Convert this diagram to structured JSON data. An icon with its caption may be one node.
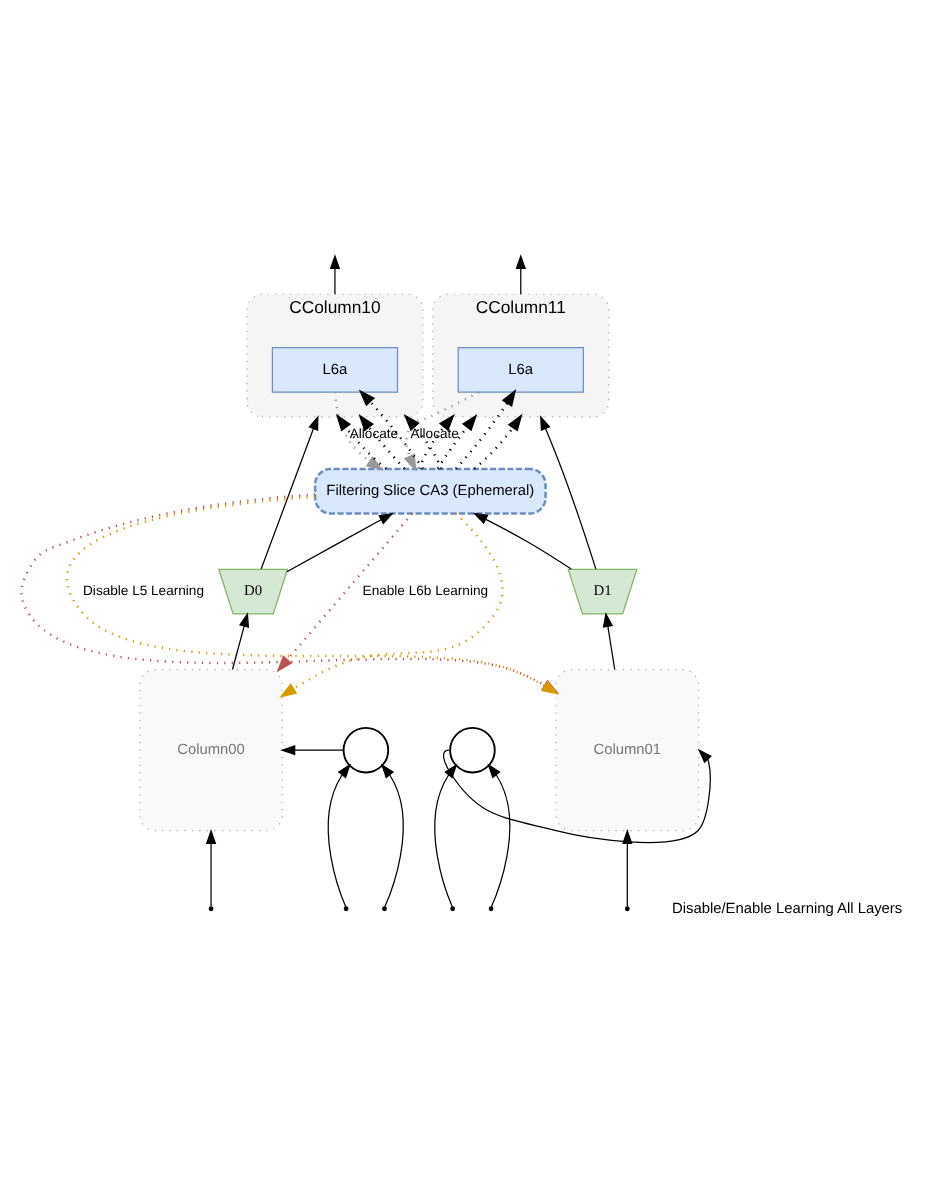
{
  "diagram": {
    "nodes": [
      {
        "text": [
          "CColumn10"
        ]
      },
      {
        "text": [
          "L6a"
        ],
        "in": 0
      },
      {
        "text": [
          "CColumn11"
        ]
      },
      {
        "text": [
          "L6a"
        ],
        "in": 2
      },
      {
        "text": [
          "Filtering Slice CA3 (Ephemeral)"
        ]
      },
      {
        "text": [
          "D0"
        ]
      },
      {
        "text": [
          "D1"
        ]
      },
      {
        "text": [
          "Column00"
        ]
      },
      {
        "text": [
          "Column01"
        ]
      },
      {
        "text": [],
        "shape": "circle"
      },
      {
        "text": [],
        "shape": "circle"
      }
    ],
    "edges": [
      {
        "from": 0,
        "to": null,
        "arrow": "to"
      },
      {
        "from": 2,
        "to": null,
        "arrow": "to"
      },
      {
        "from": 4,
        "to": 0,
        "arrow": "to",
        "style": "dashed"
      },
      {
        "from": 4,
        "to": 0,
        "arrow": "to",
        "style": "dashed"
      },
      {
        "from": 4,
        "to": 1,
        "arrow": "to",
        "style": "dashed"
      },
      {
        "from": 4,
        "to": 0,
        "arrow": "to",
        "style": "dashed"
      },
      {
        "from": 4,
        "to": 2,
        "arrow": "to",
        "style": "dashed"
      },
      {
        "from": 4,
        "to": 2,
        "arrow": "to",
        "style": "dashed"
      },
      {
        "from": 4,
        "to": 3,
        "arrow": "to",
        "style": "dashed"
      },
      {
        "from": 4,
        "to": 2,
        "arrow": "to",
        "style": "dashed"
      },
      {
        "from": 1,
        "to": 4,
        "arrow": "to",
        "label": "Allocate",
        "style": "dashed",
        "color": "#999999"
      },
      {
        "from": 3,
        "to": 4,
        "arrow": "to",
        "label": "Allocate",
        "style": "dashed",
        "color": "#999999"
      },
      {
        "from": 5,
        "to": 0,
        "arrow": "to"
      },
      {
        "from": 5,
        "to": 4,
        "arrow": "to"
      },
      {
        "from": 6,
        "to": 2,
        "arrow": "to"
      },
      {
        "from": 6,
        "to": 4,
        "arrow": "to"
      },
      {
        "from": 7,
        "to": 5,
        "arrow": "to"
      },
      {
        "from": 8,
        "to": 6,
        "arrow": "to"
      },
      {
        "from": 4,
        "to": 7,
        "arrow": "to",
        "label": "Enable L6b Learning",
        "style": "dashed",
        "color": "#b85450"
      },
      {
        "from": 4,
        "to": 8,
        "arrow": "to",
        "style": "dashed",
        "color": "#b85450"
      },
      {
        "from": 4,
        "to": 7,
        "arrow": "to",
        "style": "dashed",
        "color": "#d79b00"
      },
      {
        "from": 4,
        "to": 8,
        "arrow": "to",
        "label": "Disable L5 Learning",
        "style": "dashed",
        "color": "#d79b00"
      },
      {
        "from": 9,
        "to": 7,
        "arrow": "to"
      },
      {
        "from": 10,
        "to": 8,
        "arrow": "to"
      },
      {
        "from": null,
        "to": 7,
        "arrow": "to"
      },
      {
        "from": null,
        "to": 9,
        "arrow": "to"
      },
      {
        "from": null,
        "to": 10,
        "arrow": "to"
      },
      {
        "from": null,
        "to": 8,
        "arrow": "to"
      },
      {
        "from": null,
        "to": 10,
        "arrow": "to"
      },
      {
        "from": null,
        "to": 9,
        "arrow": "to"
      }
    ],
    "labels": [
      "Disable/Enable Learning All Layers"
    ]
  }
}
